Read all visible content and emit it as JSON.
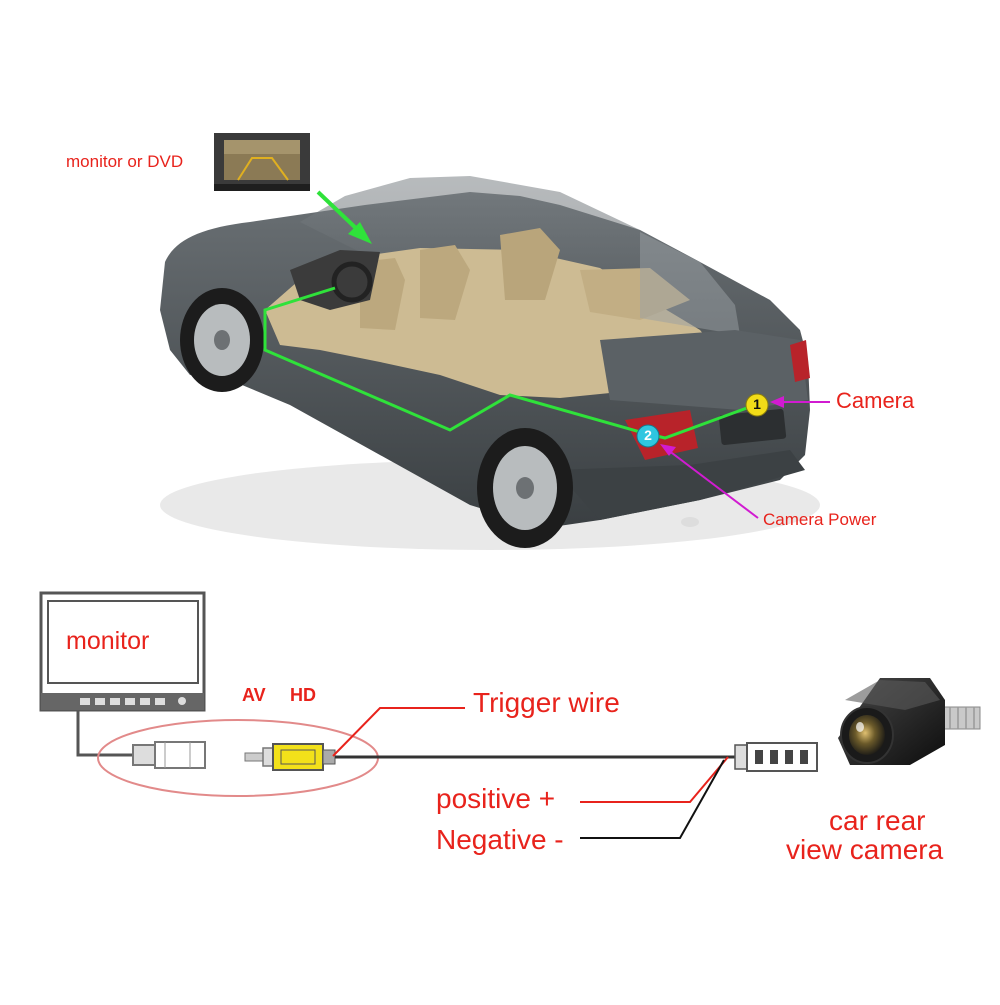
{
  "labels": {
    "monitor_or_dvd": "monitor or DVD",
    "camera": "Camera",
    "camera_power": "Camera Power",
    "monitor": "monitor",
    "av": "AV",
    "hd": "HD",
    "trigger_wire": "Trigger wire",
    "positive": "positive +",
    "negative": "Negative -",
    "car_rear": "car rear",
    "view_camera": "view camera",
    "marker_1": "1",
    "marker_2": "2"
  },
  "colors": {
    "label_red": "#e8231c",
    "label_dark": "#111111",
    "wire_green": "#2fe23a",
    "pointer_magenta": "#d11bd1",
    "marker_1_fill": "#f2dc18",
    "marker_2_fill": "#2fc6e0",
    "car_body": "#4f5558",
    "interior": "#cdbb93"
  }
}
